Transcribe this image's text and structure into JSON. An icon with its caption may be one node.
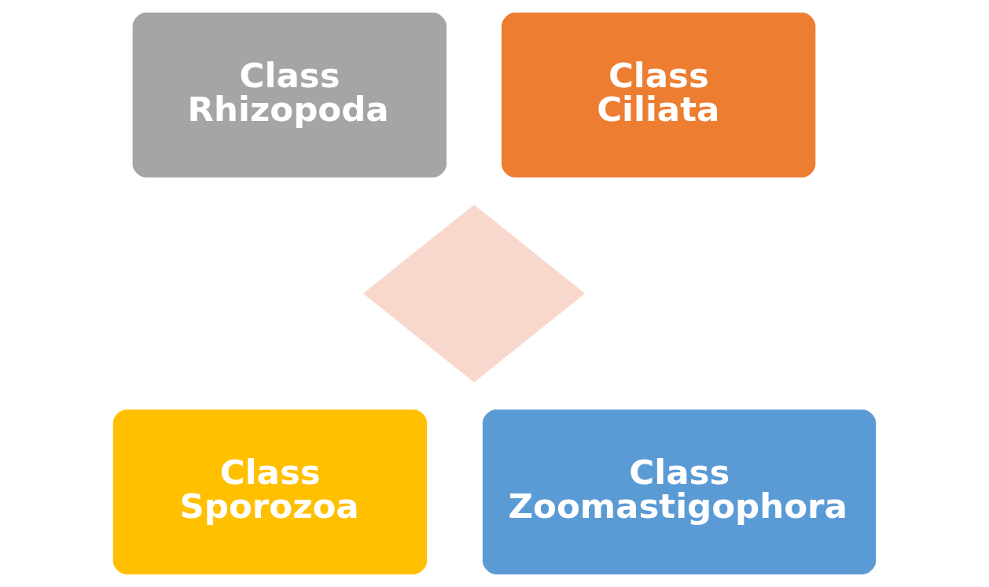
{
  "diagram": {
    "nodes": [
      {
        "text": [],
        "shape": "diamond"
      },
      {
        "text": [
          "Class Rhizopoda"
        ]
      },
      {
        "text": [
          "Class Ciliata"
        ]
      },
      {
        "text": [
          "Class Sporozoa"
        ]
      },
      {
        "text": [
          "Class Zoomastigophora"
        ]
      }
    ],
    "edges": []
  }
}
